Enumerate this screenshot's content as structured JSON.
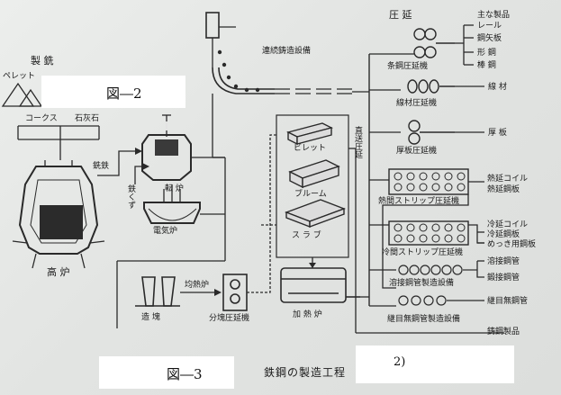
{
  "processes": {
    "ironmaking": "製 銑",
    "pellet": "ペレット",
    "coke": "コークス",
    "limestone": "石灰石",
    "blast_furnace": "高 炉",
    "pig_iron": "銑鉄",
    "scrap": "鉄くず",
    "converter": "転 炉",
    "electric_furnace": "電気炉",
    "continuous_casting": "連続鋳造設備",
    "ingot_casting": "造 塊",
    "soaking_pit": "均熱炉",
    "blooming_mill": "分塊圧延機",
    "reheating_furnace": "加 熱 炉",
    "billet": "ビレット",
    "bloom": "ブルーム",
    "slab": "ス ラ ブ",
    "direct_rolling": "直送圧延"
  },
  "rolling": {
    "header": "圧 延",
    "products_header": "主な製品",
    "section_mill": "条鋼圧延機",
    "wire_mill": "線材圧延機",
    "plate_mill": "厚板圧延機",
    "hot_strip_mill": "熱間ストリップ圧延機",
    "cold_strip_mill": "冷間ストリップ圧延機",
    "welded_pipe": "溶接鋼管製造設備",
    "seamless_pipe": "継目無鋼管製造設備"
  },
  "products": {
    "rail": "レール",
    "sheet_pile": "鋼矢板",
    "shape": "形 鋼",
    "bar": "棒 鋼",
    "wire_rod": "線 材",
    "plate": "厚 板",
    "hot_coil": "熱延コイル",
    "hot_sheet": "熱延鋼板",
    "cold_coil": "冷延コイル",
    "cold_sheet": "冷延鋼板",
    "plating_sheet": "めっき用鋼板",
    "welded_pipe_1": "溶接鋼管",
    "welded_pipe_2": "鍛接鋼管",
    "seamless_pipe": "継目無鋼管",
    "cast_product": "鋳鋼製品"
  },
  "figure_labels": {
    "fig2": "図―2",
    "fig3": "図―3",
    "caption": "鉄鋼の製造工程",
    "ref": "2)"
  }
}
